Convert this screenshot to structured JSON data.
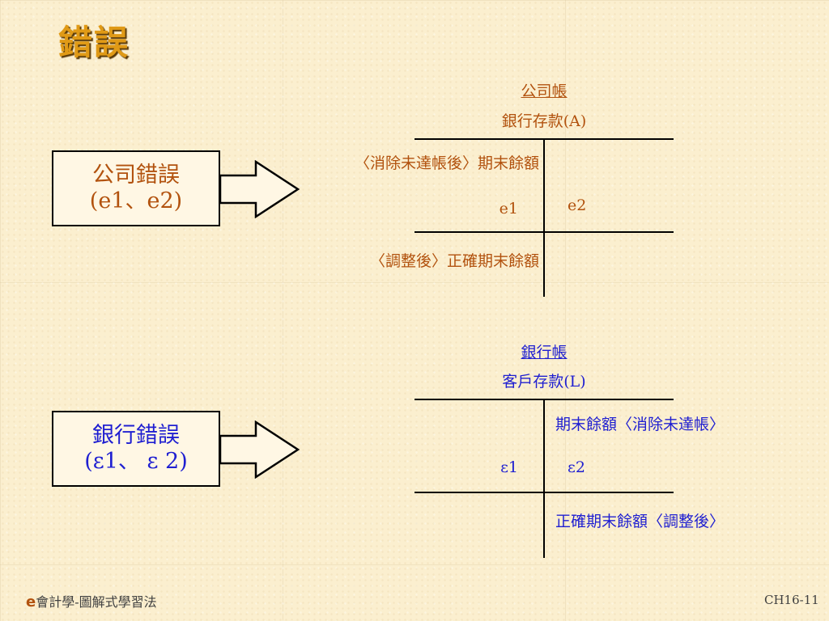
{
  "slide": {
    "title": "錯誤"
  },
  "company_section": {
    "book_label": "公司帳",
    "account_label": "銀行存款(A)",
    "error_box": {
      "line1": "公司錯誤",
      "line2": "(e1、e2)"
    },
    "balance_before_label": "〈消除未達帳後〉期末餘額",
    "debit_error": "e1",
    "credit_error": "e2",
    "balance_after_label": "〈調整後〉正確期末餘額"
  },
  "bank_section": {
    "book_label": "銀行帳",
    "account_label": "客戶存款(L)",
    "error_box": {
      "line1": "銀行錯誤",
      "line2": "(ε1、 ε 2)"
    },
    "balance_before_label": "期末餘額〈消除未達帳〉",
    "debit_error": "ε1",
    "credit_error": "ε2",
    "balance_after_label": "正確期末餘額〈調整後〉"
  },
  "footer": {
    "brand_e": "e",
    "brand_text": "會計學-圖解式學習法",
    "page_number": "CH16-11"
  },
  "colors": {
    "title": "#e09a16",
    "company": "#b2520e",
    "bank": "#1f1fd1",
    "background": "#fbefcf"
  }
}
